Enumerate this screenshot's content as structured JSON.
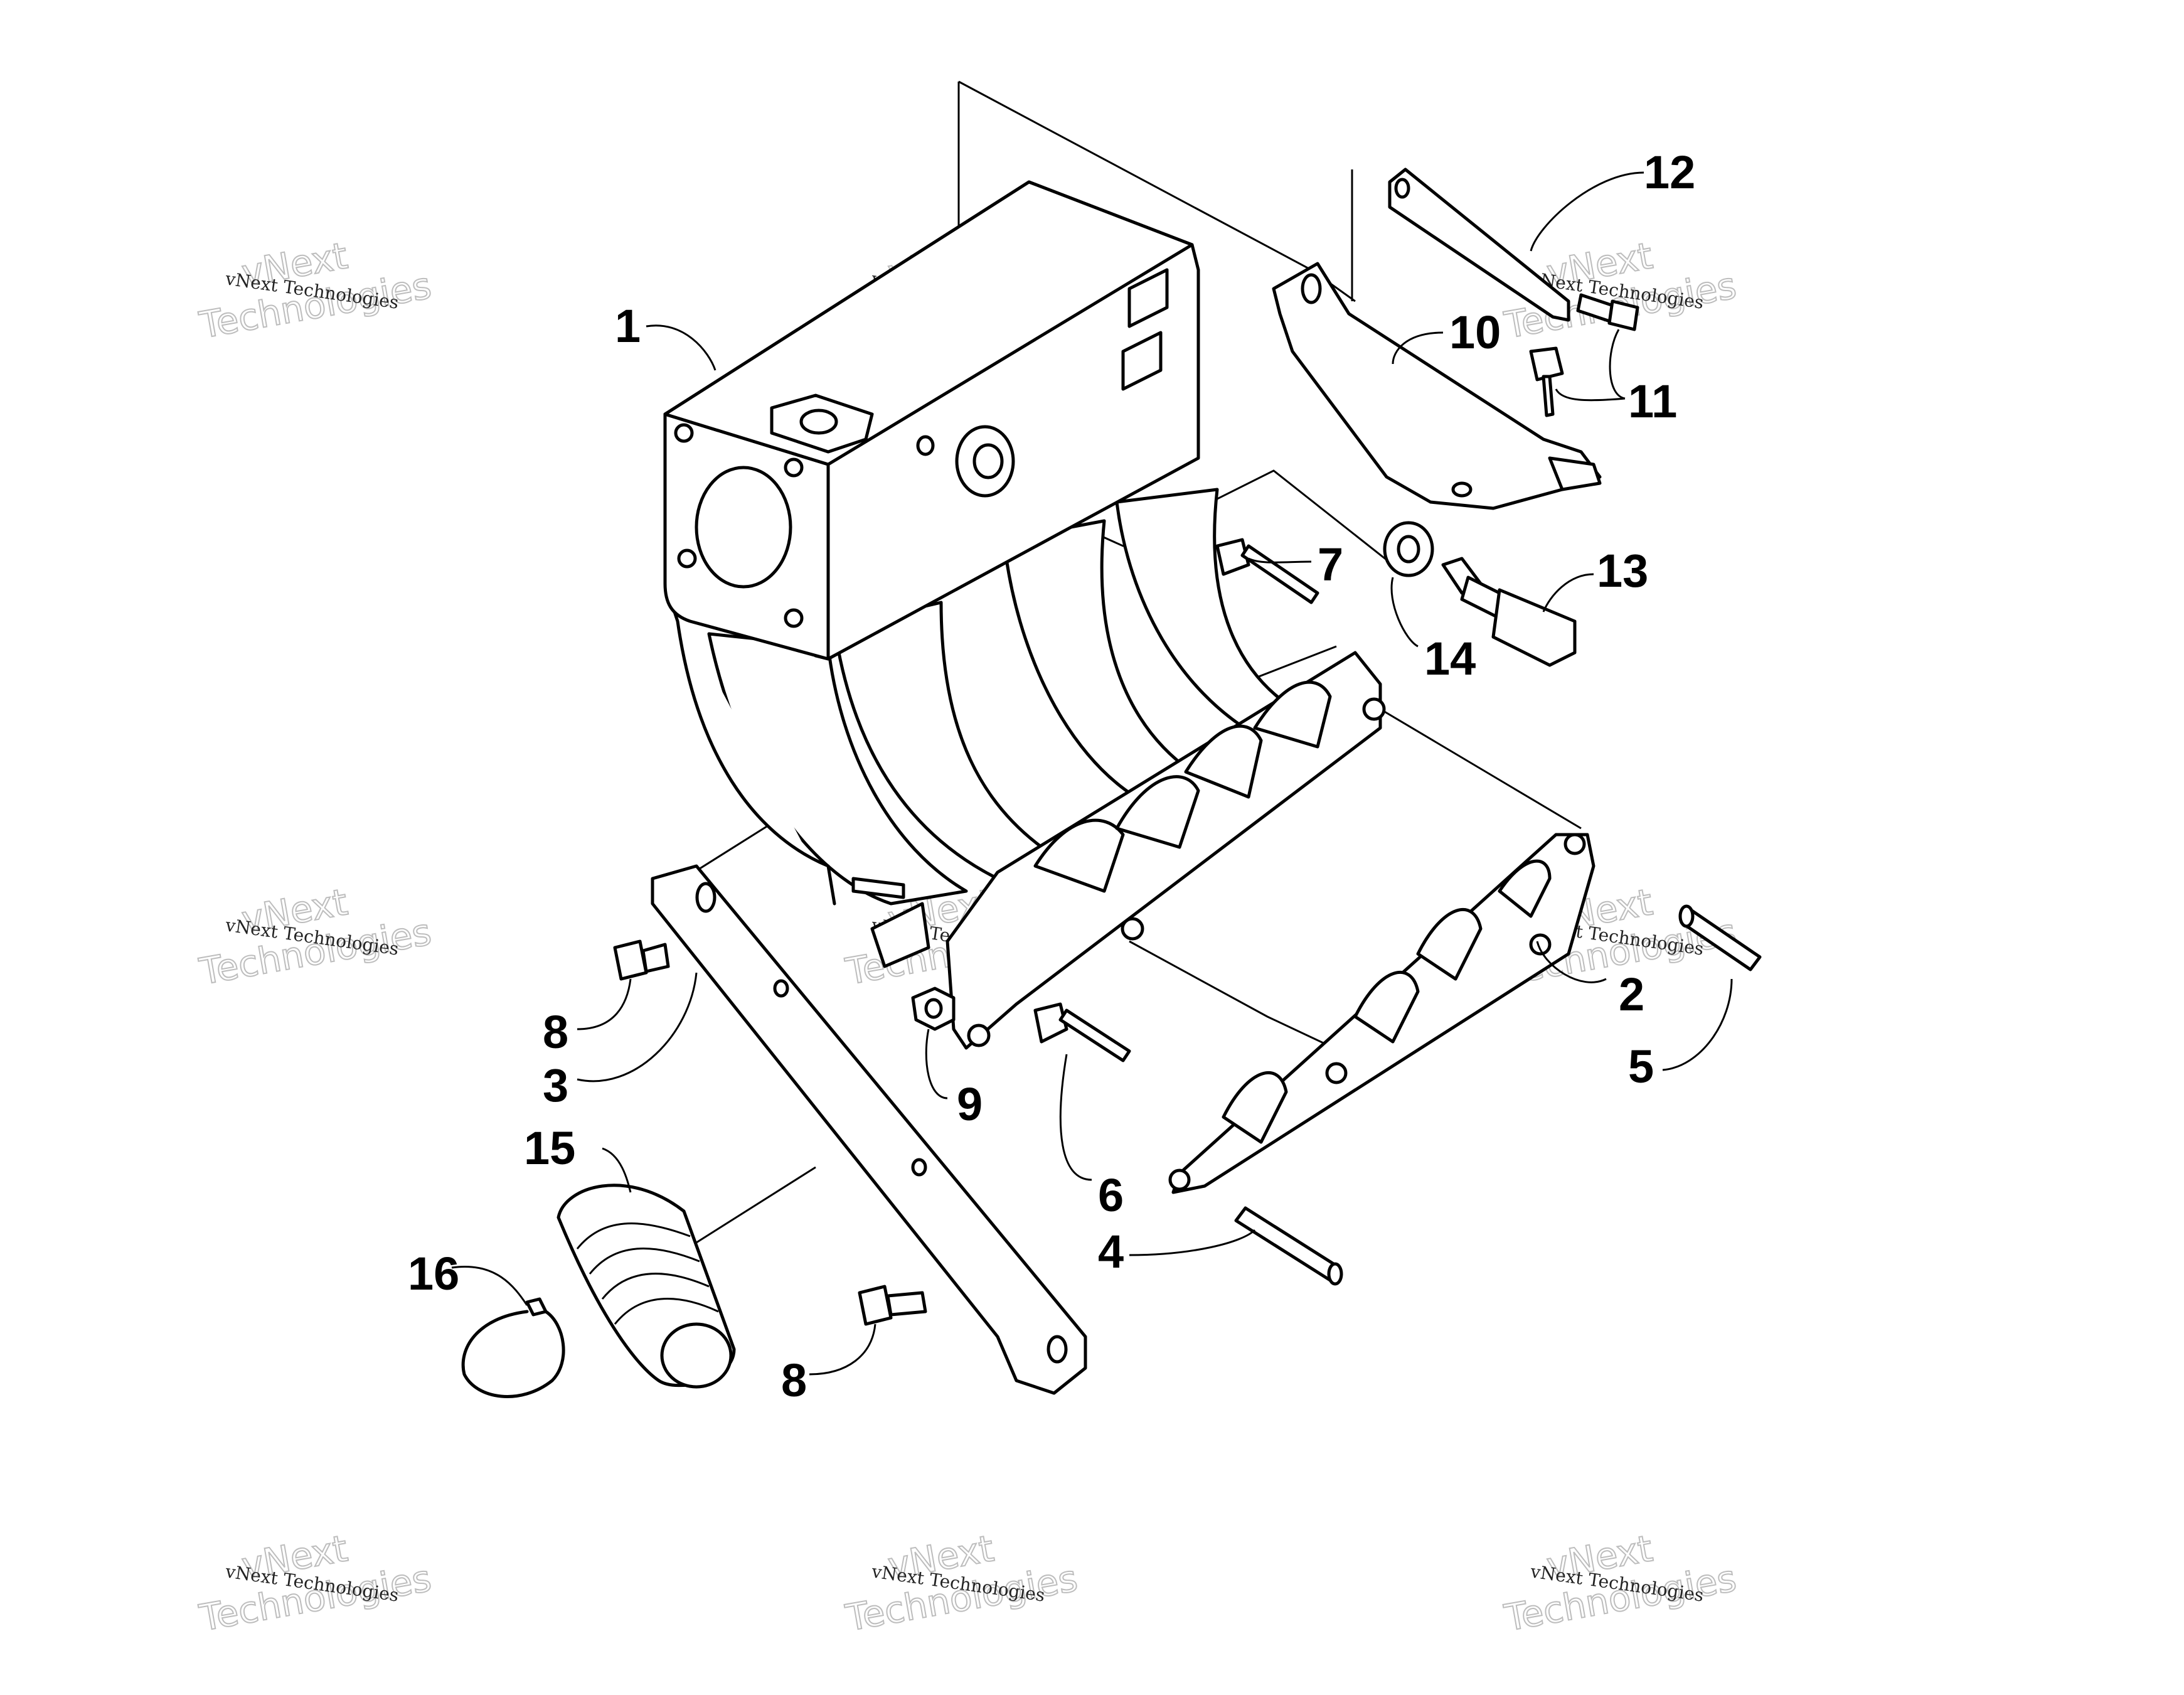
{
  "watermark": {
    "small": "vNext Technologies",
    "large_line1": "vNext",
    "large_line2": "Technologies"
  },
  "callouts": [
    {
      "id": "1",
      "label": "1"
    },
    {
      "id": "2",
      "label": "2"
    },
    {
      "id": "3",
      "label": "3"
    },
    {
      "id": "4",
      "label": "4"
    },
    {
      "id": "5",
      "label": "5"
    },
    {
      "id": "6",
      "label": "6"
    },
    {
      "id": "7",
      "label": "7"
    },
    {
      "id": "8a",
      "label": "8"
    },
    {
      "id": "8b",
      "label": "8"
    },
    {
      "id": "9",
      "label": "9"
    },
    {
      "id": "10",
      "label": "10"
    },
    {
      "id": "11",
      "label": "11"
    },
    {
      "id": "12",
      "label": "12"
    },
    {
      "id": "13",
      "label": "13"
    },
    {
      "id": "14",
      "label": "14"
    },
    {
      "id": "15",
      "label": "15"
    },
    {
      "id": "16",
      "label": "16"
    }
  ]
}
